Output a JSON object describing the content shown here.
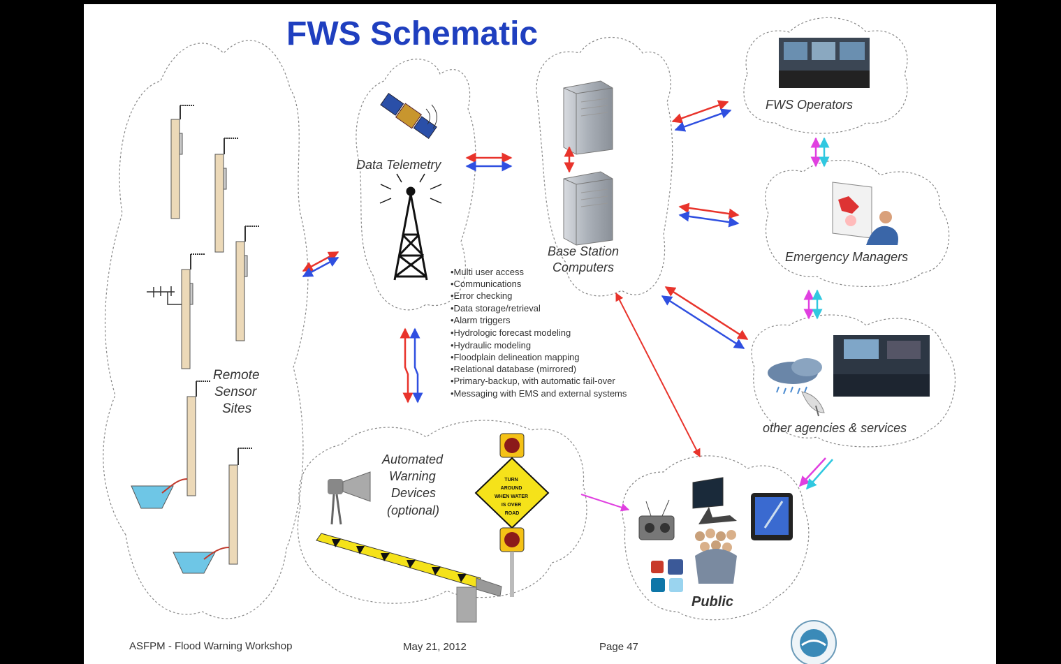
{
  "title": "FWS Schematic",
  "nodes": {
    "remote_sensors": [
      "Remote",
      "Sensor",
      "Sites"
    ],
    "telemetry": "Data Telemetry",
    "base_station": [
      "Base Station",
      "Computers"
    ],
    "operators": "FWS Operators",
    "emergency": "Emergency Managers",
    "other_agencies": "other agencies & services",
    "warning_devices": [
      "Automated",
      "Warning",
      "Devices",
      "(optional)"
    ],
    "public": "Public",
    "sign_text": [
      "TURN",
      "AROUND",
      "WHEN WATER",
      "IS OVER",
      "ROAD"
    ]
  },
  "features": [
    "•Multi user access",
    "•Communications",
    "•Error checking",
    "•Data storage/retrieval",
    "•Alarm triggers",
    "•Hydrologic forecast modeling",
    "•Hydraulic modeling",
    "•Floodplain delineation mapping",
    "•Relational database (mirrored)",
    "•Primary-backup, with automatic fail-over",
    "•Messaging with EMS and external systems"
  ],
  "footer": {
    "left": "ASFPM - Flood Warning Workshop",
    "date": "May 21, 2012",
    "page": "Page 47"
  },
  "colors": {
    "title": "#1f3fbf",
    "arrow_red": "#e8332b",
    "arrow_blue": "#2f4fe0",
    "arrow_pink": "#e040e0",
    "arrow_cyan": "#30c8e0"
  }
}
